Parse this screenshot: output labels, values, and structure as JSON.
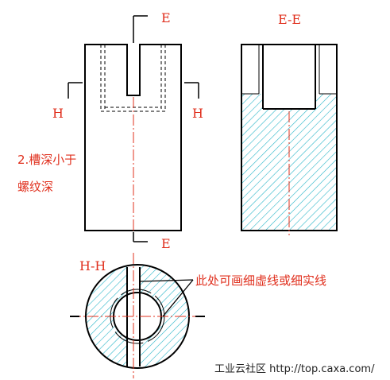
{
  "labels": {
    "front_top_section": "E",
    "front_bottom_section": "E",
    "front_left_cut": "H",
    "front_right_cut": "H",
    "section_view_title": "E-E",
    "bottom_view_title": "H-H"
  },
  "notes": {
    "depth_note_line1": "2.槽深小于",
    "depth_note_line2": "螺纹深",
    "line_note": "此处可画细虚线或细实线"
  },
  "watermark": {
    "text": "工业云社区 http://top.caxa.com/"
  },
  "colors": {
    "outline": "#000000",
    "hatch": "#2ab5c8",
    "annotation": "#e0301e",
    "hidden_line": "#000000"
  }
}
